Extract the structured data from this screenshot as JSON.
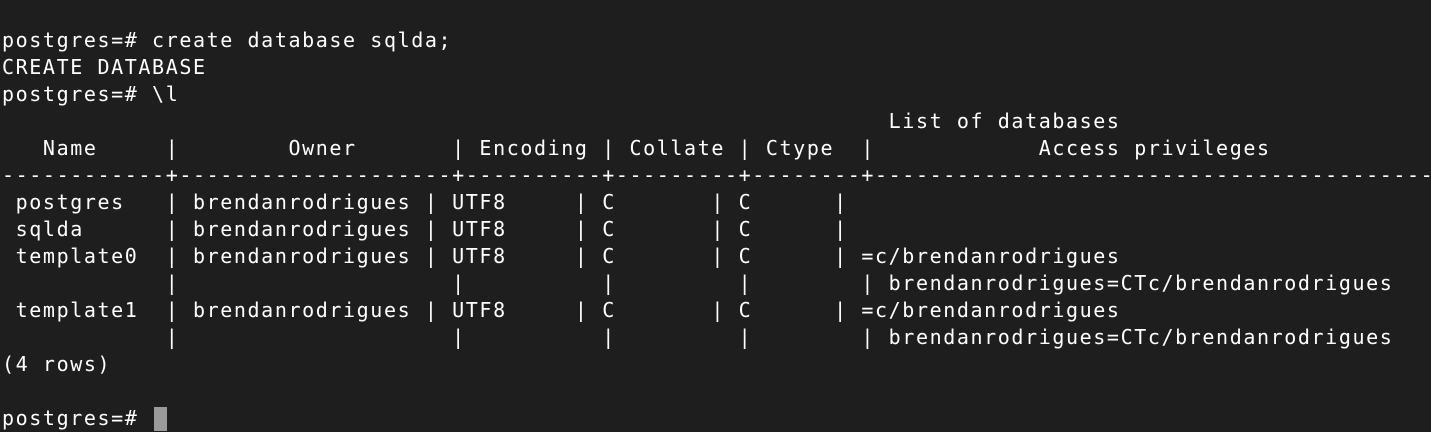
{
  "terminal": {
    "lines": [
      "postgres=# create database sqlda;",
      "CREATE DATABASE",
      "postgres=# \\l",
      "                                                                 List of databases",
      "   Name     |        Owner       | Encoding | Collate | Ctype  |            Access privileges",
      "------------+--------------------+----------+---------+--------+-------------------------------------------",
      " postgres   | brendanrodrigues | UTF8     | C       | C      |",
      " sqlda      | brendanrodrigues | UTF8     | C       | C      |",
      " template0  | brendanrodrigues | UTF8     | C       | C      | =c/brendanrodrigues                       +",
      "            |                    |          |         |        | brendanrodrigues=CTc/brendanrodrigues",
      " template1  | brendanrodrigues | UTF8     | C       | C      | =c/brendanrodrigues                       +",
      "            |                    |          |         |        | brendanrodrigues=CTc/brendanrodrigues",
      "(4 rows)",
      ""
    ],
    "prompt": "postgres=# "
  }
}
